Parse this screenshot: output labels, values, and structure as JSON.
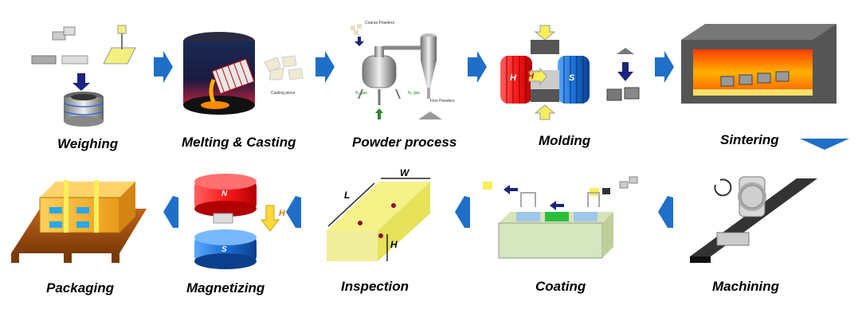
{
  "steps": {
    "weighing": "Weighing",
    "melting": "Melting & Casting",
    "powder": "Powder process",
    "molding": "Molding",
    "sintering": "Sintering",
    "machining": "Machining",
    "coating": "Coating",
    "inspection": "Inspection",
    "magnetizing": "Magnetizing",
    "packaging": "Packaging"
  },
  "annotations": {
    "casting_piece": "Casting piece",
    "coarse_powders": "Coarse Powders",
    "fine_powders": "Fine Powders",
    "n2_gas": "N₂ gas",
    "mold_n": "H",
    "mold_h": "H",
    "mold_s": "S",
    "mag_n": "N",
    "mag_s": "S",
    "mag_h": "H",
    "dim_w": "W",
    "dim_l": "L",
    "dim_h": "H"
  },
  "colors": {
    "arrow": "#1f6fc9",
    "label": "#000000"
  }
}
